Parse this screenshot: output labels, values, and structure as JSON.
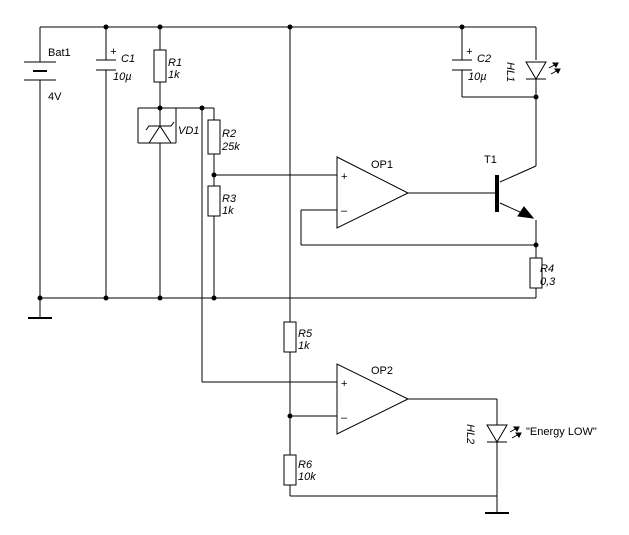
{
  "components": {
    "bat1": {
      "name": "Bat1",
      "value": "4V"
    },
    "c1": {
      "name": "C1",
      "value": "10µ"
    },
    "c2": {
      "name": "C2",
      "value": "10µ"
    },
    "r1": {
      "name": "R1",
      "value": "1k"
    },
    "r2": {
      "name": "R2",
      "value": "25k"
    },
    "r3": {
      "name": "R3",
      "value": "1k"
    },
    "r4": {
      "name": "R4",
      "value": "0,3"
    },
    "r5": {
      "name": "R5",
      "value": "1k"
    },
    "r6": {
      "name": "R6",
      "value": "10k"
    },
    "vd1": {
      "name": "VD1"
    },
    "hl1": {
      "name": "HL1"
    },
    "hl2": {
      "name": "HL2",
      "note": "\"Energy LOW\""
    },
    "op1": {
      "name": "OP1"
    },
    "op2": {
      "name": "OP2"
    },
    "t1": {
      "name": "T1"
    }
  },
  "symbols": {
    "plus": "+",
    "minus": "–"
  }
}
